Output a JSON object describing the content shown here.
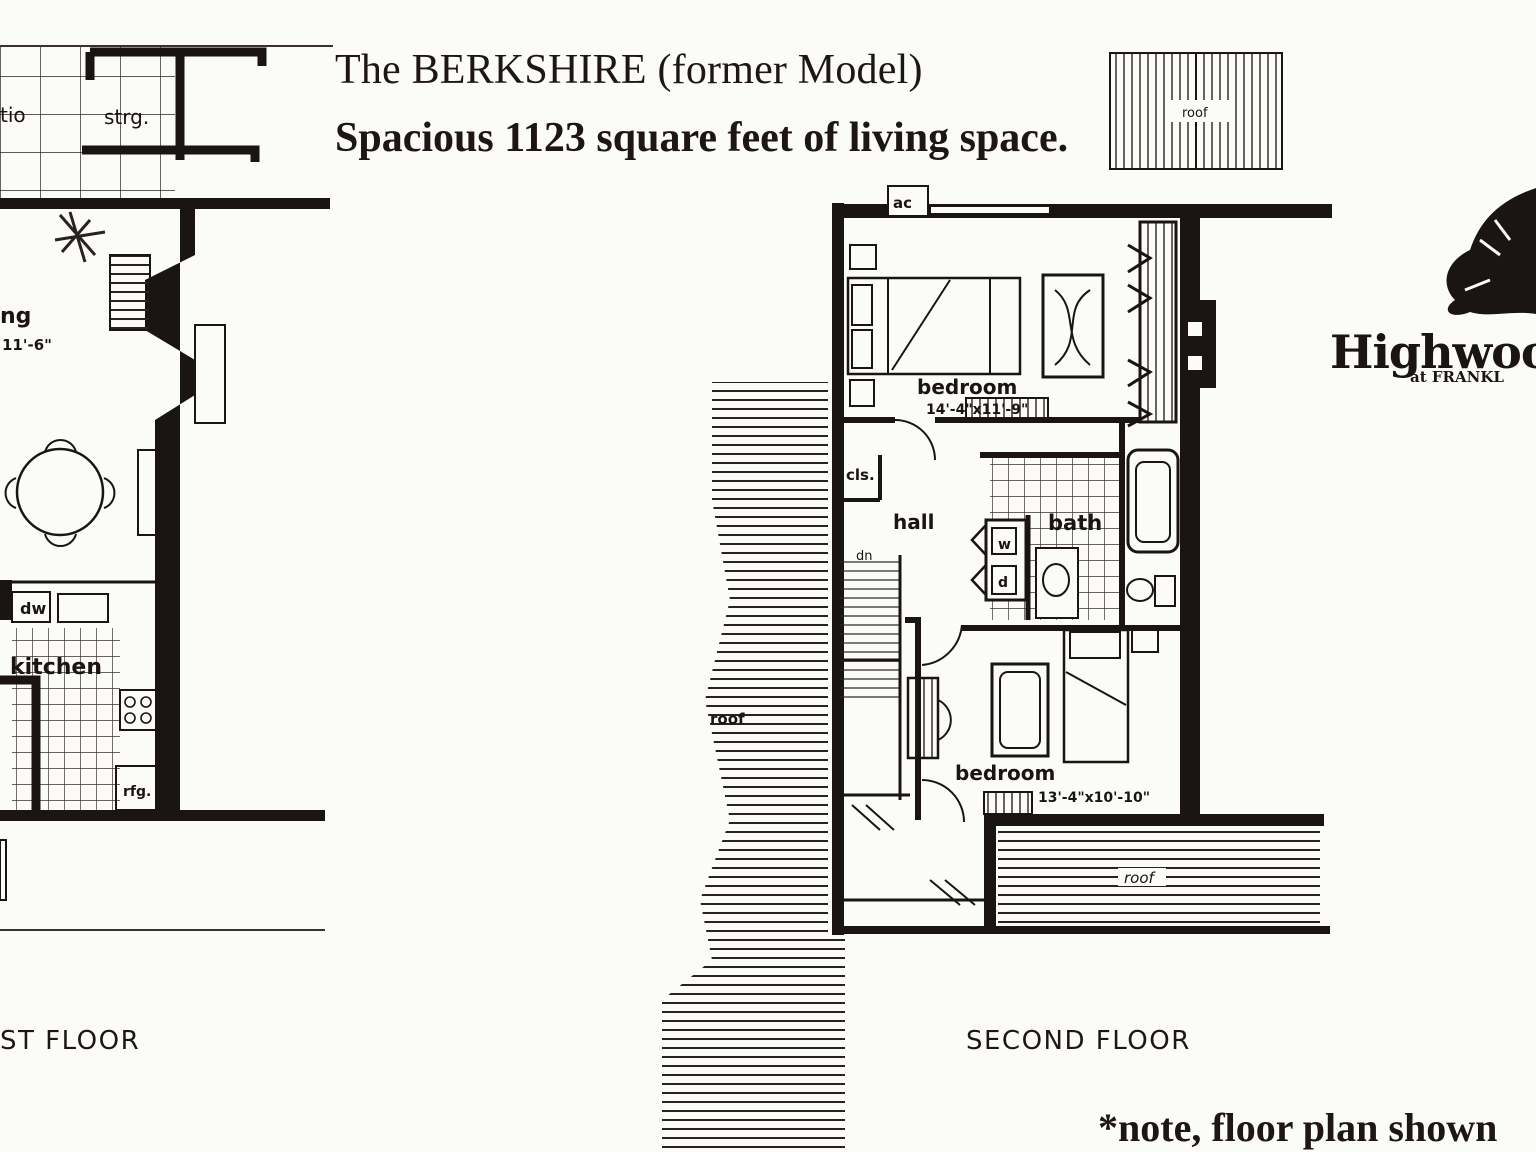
{
  "header": {
    "title": "The BERKSHIRE (former Model)",
    "subtitle": "Spacious 1123 square feet of living space."
  },
  "footer": {
    "note": "*note, floor plan shown"
  },
  "logo": {
    "name": "Highwooc",
    "sub": "at FRANKL"
  },
  "first_floor": {
    "label": "ST FLOOR",
    "rooms": {
      "patio": "tio",
      "storage": "strg.",
      "living": "ng",
      "living_dims": "11'-6\"",
      "dishwasher": "dw",
      "kitchen": "kitchen",
      "refrigerator": "rfg."
    }
  },
  "second_floor": {
    "label": "SECOND FLOOR",
    "roof_top": "roof",
    "rooms": {
      "ac": "ac",
      "bedroom1": "bedroom",
      "bedroom1_dims": "14'-4\"x11'-9\"",
      "closet": "cls.",
      "hall": "hall",
      "bath": "bath",
      "washer": "w",
      "dryer": "d",
      "down": "dn",
      "roof_left": "roof",
      "bedroom2": "bedroom",
      "bedroom2_dims": "13'-4\"x10'-10\"",
      "roof_right": "roof"
    }
  }
}
